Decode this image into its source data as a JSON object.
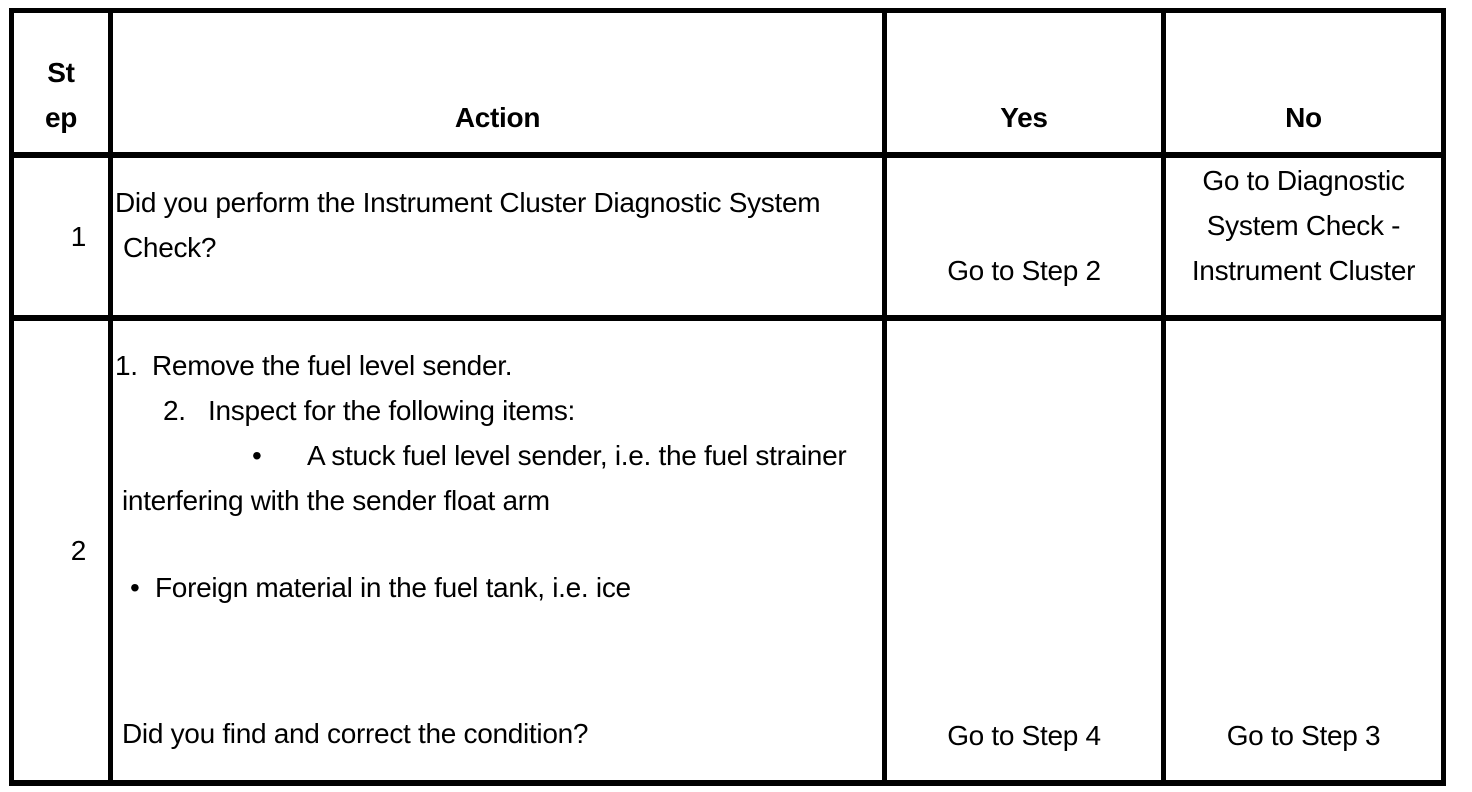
{
  "table": {
    "headers": {
      "step_line1": "St",
      "step_line2": "ep",
      "action": "Action",
      "yes": "Yes",
      "no": "No"
    },
    "rows": [
      {
        "step": "1",
        "action_line1": "Did you perform the Instrument Cluster Diagnostic System",
        "action_line2": "Check?",
        "yes": "Go to Step 2",
        "no_line1": "Go to Diagnostic",
        "no_line2": "System Check -",
        "no_line3": "Instrument Cluster"
      },
      {
        "step": "2",
        "item1_marker": "1.",
        "item1_text": "Remove the fuel level sender.",
        "item2_marker": "2.",
        "item2_text": "Inspect for the following items:",
        "bullet1_marker": "•",
        "bullet1_text": "A stuck fuel level sender, i.e. the fuel strainer",
        "bullet1_cont": "interfering with the sender float arm",
        "bullet2_marker": "•",
        "bullet2_text": "Foreign material in the fuel tank, i.e. ice",
        "question": "Did you find and correct the condition?",
        "yes": "Go to Step 4",
        "no": "Go to Step 3"
      }
    ],
    "colors": {
      "border": "#000000",
      "text": "#000000",
      "background": "#ffffff"
    }
  }
}
